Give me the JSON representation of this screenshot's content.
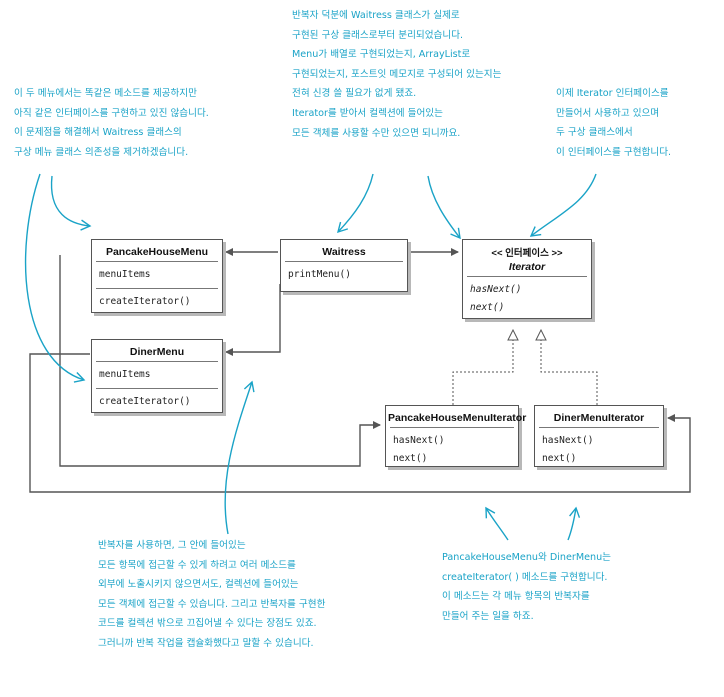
{
  "notes": {
    "top_left": [
      "이 두 메뉴에서는 똑같은 메소드를 제공하지만",
      "아직 같은 인터페이스를 구현하고 있진 않습니다.",
      "이 문제점을 해결해서 Waitress 클래스의",
      "구상 메뉴 클래스 의존성을 제거하겠습니다."
    ],
    "top_center": [
      "반복자 덕분에 Waitress 클래스가 실제로",
      "구현된 구상 클래스로부터 분리되었습니다.",
      "Menu가 배열로 구현되었는지, ArrayList로",
      "구현되었는지, 포스트잇 메모지로 구성되어 있는지는",
      "전혀 신경 쓸 필요가 없게 됐죠.",
      "Iterator를 받아서 컬렉션에 들어있는",
      "모든 객체를 사용할 수만 있으면 되니까요."
    ],
    "top_right": [
      "이제 Iterator 인터페이스를",
      "만들어서 사용하고 있으며",
      "두 구상 클래스에서",
      "이 인터페이스를 구현합니다."
    ],
    "bottom_left": [
      "반복자를 사용하면, 그 안에 들어있는",
      "모든 항목에 접근할 수 있게 하려고 여러 메소드를",
      "외부에 노출시키지 않으면서도, 컬렉션에 들어있는",
      "모든 객체에 접근할 수 있습니다. 그리고 반복자를 구현한",
      "코드를 컬렉션 밖으로 끄집어낼 수 있다는 장점도 있죠.",
      "그러니까 반복 작업을 캡슐화했다고 말할 수 있습니다."
    ],
    "bottom_right": [
      "PancakeHouseMenu와 DinerMenu는",
      "createIterator( ) 메소드를 구현합니다.",
      "이 메소드는 각 메뉴 항목의 반복자를",
      "만들어 주는 일을 하죠."
    ]
  },
  "classes": {
    "pancake": {
      "name": "PancakeHouseMenu",
      "fields": [
        "menuItems"
      ],
      "methods": [
        "createIterator()"
      ]
    },
    "diner": {
      "name": "DinerMenu",
      "fields": [
        "menuItems"
      ],
      "methods": [
        "createIterator()"
      ]
    },
    "waitress": {
      "name": "Waitress",
      "methods": [
        "printMenu()"
      ]
    },
    "iterator": {
      "stereotype": "<< 인터페이스 >>",
      "name": "Iterator",
      "methods": [
        "hasNext()",
        "next()"
      ]
    },
    "pancake_iter": {
      "name": "PancakeHouseMenuIterator",
      "methods": [
        "hasNext()",
        "next()"
      ]
    },
    "diner_iter": {
      "name": "DinerMenuIterator",
      "methods": [
        "hasNext()",
        "next()"
      ]
    }
  },
  "colors": {
    "annotation": "#1aa3c7",
    "line": "#555555",
    "shadow": "#b8b8b8"
  }
}
